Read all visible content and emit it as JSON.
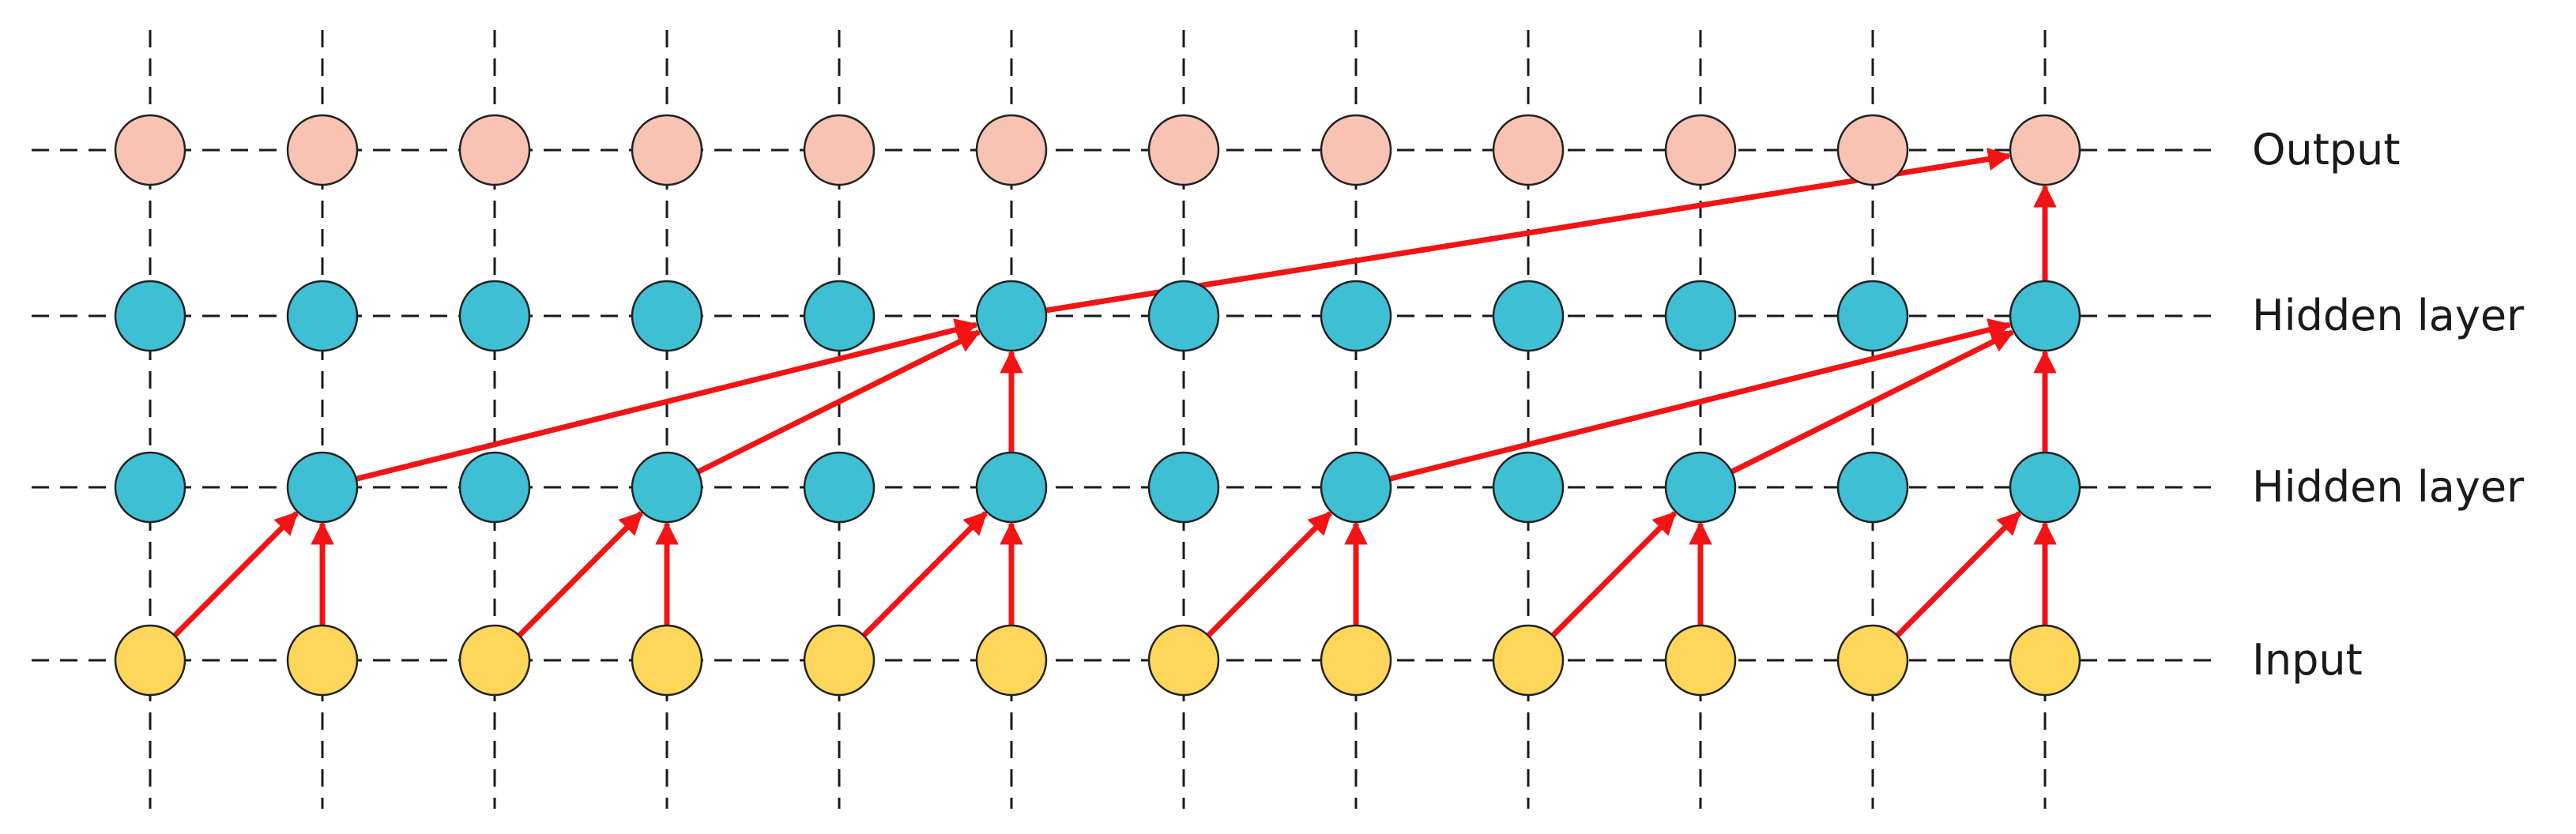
{
  "diagram": {
    "columns": 12,
    "layers": [
      {
        "id": "output",
        "label": "Output",
        "fill": "#f8c3b2"
      },
      {
        "id": "hidden2",
        "label": "Hidden layer",
        "fill": "#3fbfd4"
      },
      {
        "id": "hidden1",
        "label": "Hidden layer",
        "fill": "#3fbfd4"
      },
      {
        "id": "input",
        "label": "Input",
        "fill": "#fdd65a"
      }
    ],
    "colors": {
      "grid": "#1a1a1a",
      "arrow": "#f21414",
      "node_stroke": "#222222"
    },
    "connections": [
      {
        "from": [
          "input",
          0
        ],
        "to": [
          "hidden1",
          1
        ]
      },
      {
        "from": [
          "input",
          1
        ],
        "to": [
          "hidden1",
          1
        ]
      },
      {
        "from": [
          "input",
          2
        ],
        "to": [
          "hidden1",
          3
        ]
      },
      {
        "from": [
          "input",
          3
        ],
        "to": [
          "hidden1",
          3
        ]
      },
      {
        "from": [
          "input",
          4
        ],
        "to": [
          "hidden1",
          5
        ]
      },
      {
        "from": [
          "input",
          5
        ],
        "to": [
          "hidden1",
          5
        ]
      },
      {
        "from": [
          "input",
          6
        ],
        "to": [
          "hidden1",
          7
        ]
      },
      {
        "from": [
          "input",
          7
        ],
        "to": [
          "hidden1",
          7
        ]
      },
      {
        "from": [
          "input",
          8
        ],
        "to": [
          "hidden1",
          9
        ]
      },
      {
        "from": [
          "input",
          9
        ],
        "to": [
          "hidden1",
          9
        ]
      },
      {
        "from": [
          "input",
          10
        ],
        "to": [
          "hidden1",
          11
        ]
      },
      {
        "from": [
          "input",
          11
        ],
        "to": [
          "hidden1",
          11
        ]
      },
      {
        "from": [
          "hidden1",
          1
        ],
        "to": [
          "hidden2",
          5
        ]
      },
      {
        "from": [
          "hidden1",
          3
        ],
        "to": [
          "hidden2",
          5
        ]
      },
      {
        "from": [
          "hidden1",
          5
        ],
        "to": [
          "hidden2",
          5
        ]
      },
      {
        "from": [
          "hidden1",
          7
        ],
        "to": [
          "hidden2",
          11
        ]
      },
      {
        "from": [
          "hidden1",
          9
        ],
        "to": [
          "hidden2",
          11
        ]
      },
      {
        "from": [
          "hidden1",
          11
        ],
        "to": [
          "hidden2",
          11
        ]
      },
      {
        "from": [
          "hidden2",
          5
        ],
        "to": [
          "output",
          11
        ]
      },
      {
        "from": [
          "hidden2",
          11
        ],
        "to": [
          "output",
          11
        ]
      }
    ]
  }
}
